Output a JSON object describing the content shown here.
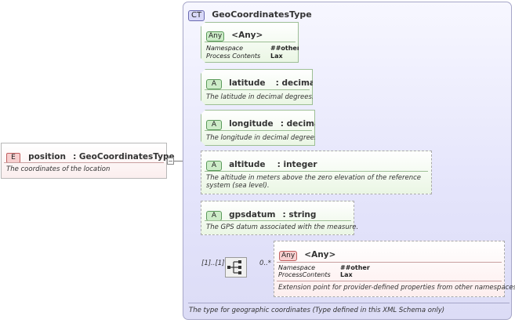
{
  "element": {
    "badge": "E",
    "name": "position",
    "type": ": GeoCoordinatesType",
    "description": "The coordinates of the location"
  },
  "complex_type": {
    "badge": "CT",
    "name": "GeoCoordinatesType",
    "footer": "The type for geographic coordinates (Type defined in this XML Schema only)"
  },
  "any_attr": {
    "badge": "Any",
    "title": "<Any>",
    "props": [
      {
        "key": "Namespace",
        "value": "##other"
      },
      {
        "key": "Process Contents",
        "value": "Lax"
      }
    ]
  },
  "attributes": [
    {
      "badge": "A",
      "name": "latitude",
      "type": ": decimal",
      "description": "The latitude in decimal degrees."
    },
    {
      "badge": "A",
      "name": "longitude",
      "type": ": decimal",
      "description": "The longitude in decimal degrees."
    },
    {
      "badge": "A",
      "name": "altitude",
      "type": ": integer",
      "description": "The altitude in meters above the zero elevation of the reference system (sea level)."
    },
    {
      "badge": "A",
      "name": "gpsdatum",
      "type": ": string",
      "description": "The GPS datum associated with the measure."
    }
  ],
  "sequence": {
    "cardinality": "[1]..[1]",
    "child_cardinality": "0..*"
  },
  "any_element": {
    "badge": "Any",
    "title": "<Any>",
    "props": [
      {
        "key": "Namespace",
        "value": "##other"
      },
      {
        "key": "ProcessContents",
        "value": "Lax"
      }
    ],
    "description": "Extension point for provider-defined properties from other namespaces"
  },
  "colors": {
    "complex_type_bg": "#e4e4fb",
    "attribute_bg": "#eaf6e4",
    "element_badge": "#f7cfcf",
    "any_element_bg": "#fdeeee"
  }
}
